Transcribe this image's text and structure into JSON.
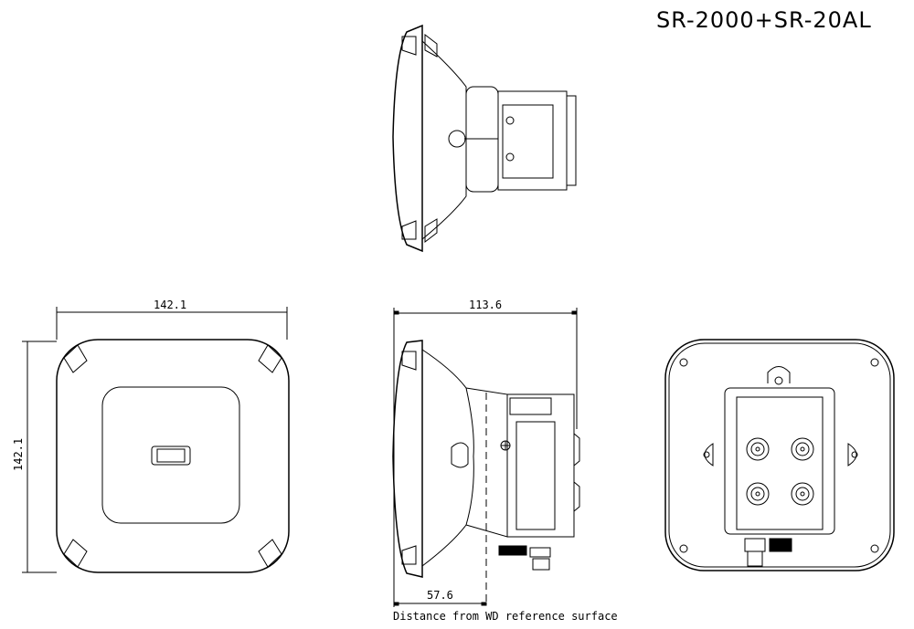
{
  "title": "SR-2000+SR-20AL",
  "dimensions": {
    "front_width": "142.1",
    "front_height": "142.1",
    "side_depth": "113.6",
    "wd_distance": "57.6"
  },
  "caption": "Distance from WD reference surface"
}
